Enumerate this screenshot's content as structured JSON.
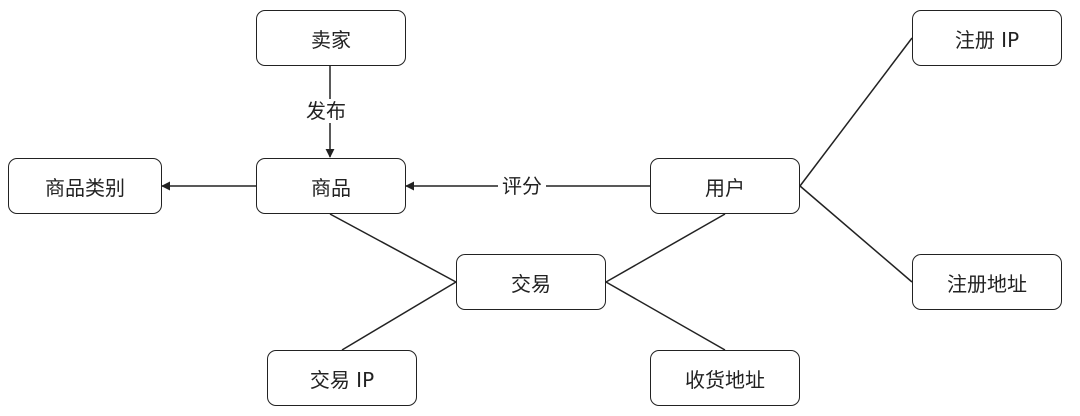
{
  "nodes": {
    "seller": "卖家",
    "product": "商品",
    "category": "商品类别",
    "user": "用户",
    "reg_ip": "注册 IP",
    "reg_address": "注册地址",
    "trade": "交易",
    "trade_ip": "交易 IP",
    "ship_address": "收货地址"
  },
  "edge_labels": {
    "publish": "发布",
    "rating": "评分"
  },
  "colors": {
    "stroke": "#222222",
    "background": "#ffffff"
  }
}
